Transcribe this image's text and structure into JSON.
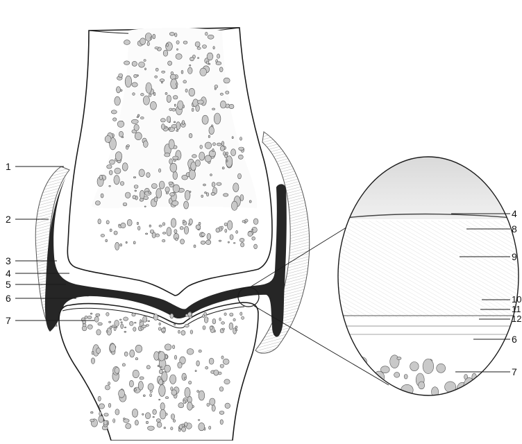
{
  "labels_left": [
    "1",
    "2",
    "3",
    "4",
    "5",
    "6",
    "7"
  ],
  "labels_inset": [
    "4",
    "8",
    "9",
    "10",
    "11",
    "12",
    "6",
    "7"
  ],
  "colors": {
    "background": "#ffffff",
    "ink": "#1a1a1a",
    "joint_space": "#2a2a2a",
    "cartilage_zone": "#d6d6d6",
    "pore_fill": "#c9c9c9"
  }
}
